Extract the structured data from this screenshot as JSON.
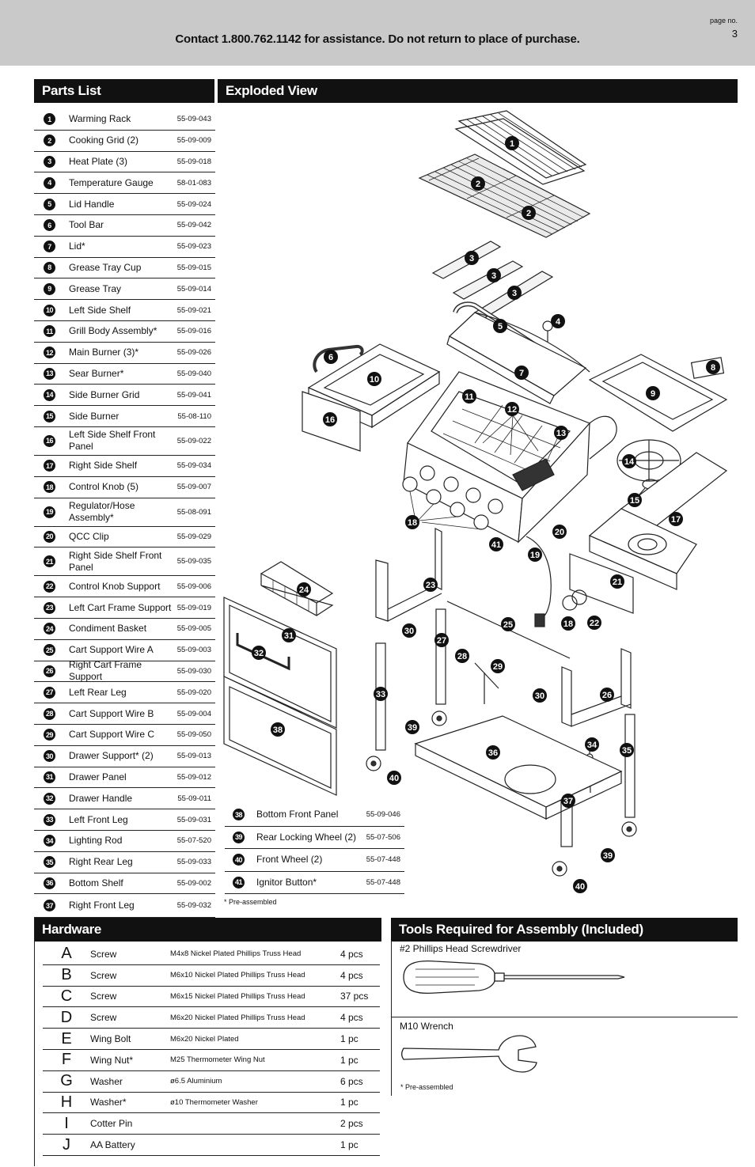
{
  "header": {
    "contact": "Contact 1.800.762.1142 for assistance. Do not return to place of purchase.",
    "page_label": "page no.",
    "page_number": "3"
  },
  "parts_list": {
    "title": "Parts List",
    "items": [
      {
        "num": "1",
        "name": "Warming Rack",
        "code": "55-09-043"
      },
      {
        "num": "2",
        "name": "Cooking Grid (2)",
        "code": "55-09-009"
      },
      {
        "num": "3",
        "name": "Heat Plate (3)",
        "code": "55-09-018"
      },
      {
        "num": "4",
        "name": "Temperature Gauge",
        "code": "58-01-083"
      },
      {
        "num": "5",
        "name": "Lid Handle",
        "code": "55-09-024"
      },
      {
        "num": "6",
        "name": "Tool Bar",
        "code": "55-09-042"
      },
      {
        "num": "7",
        "name": "Lid*",
        "code": "55-09-023"
      },
      {
        "num": "8",
        "name": "Grease Tray Cup",
        "code": "55-09-015"
      },
      {
        "num": "9",
        "name": "Grease Tray",
        "code": "55-09-014"
      },
      {
        "num": "10",
        "name": "Left Side Shelf",
        "code": "55-09-021"
      },
      {
        "num": "11",
        "name": "Grill Body Assembly*",
        "code": "55-09-016"
      },
      {
        "num": "12",
        "name": "Main Burner (3)*",
        "code": "55-09-026"
      },
      {
        "num": "13",
        "name": "Sear Burner*",
        "code": "55-09-040"
      },
      {
        "num": "14",
        "name": "Side Burner Grid",
        "code": "55-09-041"
      },
      {
        "num": "15",
        "name": "Side Burner",
        "code": "55-08-110"
      },
      {
        "num": "16",
        "name": "Left Side Shelf Front Panel",
        "code": "55-09-022"
      },
      {
        "num": "17",
        "name": "Right Side Shelf",
        "code": "55-09-034"
      },
      {
        "num": "18",
        "name": "Control Knob (5)",
        "code": "55-09-007"
      },
      {
        "num": "19",
        "name": "Regulator/Hose Assembly*",
        "code": "55-08-091"
      },
      {
        "num": "20",
        "name": "QCC Clip",
        "code": "55-09-029"
      },
      {
        "num": "21",
        "name": "Right Side Shelf Front Panel",
        "code": "55-09-035"
      },
      {
        "num": "22",
        "name": "Control Knob Support",
        "code": "55-09-006"
      },
      {
        "num": "23",
        "name": "Left Cart Frame Support",
        "code": "55-09-019"
      },
      {
        "num": "24",
        "name": "Condiment Basket",
        "code": "55-09-005"
      },
      {
        "num": "25",
        "name": "Cart Support Wire A",
        "code": "55-09-003"
      },
      {
        "num": "26",
        "name": "Right Cart Frame Support",
        "code": "55-09-030"
      },
      {
        "num": "27",
        "name": "Left Rear Leg",
        "code": "55-09-020"
      },
      {
        "num": "28",
        "name": "Cart Support Wire B",
        "code": "55-09-004"
      },
      {
        "num": "29",
        "name": "Cart Support Wire C",
        "code": "55-09-050"
      },
      {
        "num": "30",
        "name": "Drawer Support* (2)",
        "code": "55-09-013"
      },
      {
        "num": "31",
        "name": "Drawer Panel",
        "code": "55-09-012"
      },
      {
        "num": "32",
        "name": "Drawer Handle",
        "code": "55-09-011"
      },
      {
        "num": "33",
        "name": "Left Front Leg",
        "code": "55-09-031"
      },
      {
        "num": "34",
        "name": "Lighting Rod",
        "code": "55-07-520"
      },
      {
        "num": "35",
        "name": "Right Rear Leg",
        "code": "55-09-033"
      },
      {
        "num": "36",
        "name": "Bottom Shelf",
        "code": "55-09-002"
      },
      {
        "num": "37",
        "name": "Right Front Leg",
        "code": "55-09-032"
      }
    ],
    "items_continued": [
      {
        "num": "38",
        "name": "Bottom Front Panel",
        "code": "55-09-046"
      },
      {
        "num": "39",
        "name": "Rear Locking Wheel (2)",
        "code": "55-07-506"
      },
      {
        "num": "40",
        "name": "Front Wheel (2)",
        "code": "55-07-448"
      },
      {
        "num": "41",
        "name": "Ignitor Button*",
        "code": "55-07-448"
      }
    ],
    "note": "* Pre-assembled"
  },
  "exploded_view": {
    "title": "Exploded View",
    "callouts": [
      "1",
      "2",
      "2",
      "3",
      "3",
      "3",
      "4",
      "5",
      "6",
      "7",
      "8",
      "9",
      "10",
      "11",
      "12",
      "13",
      "14",
      "15",
      "16",
      "17",
      "18",
      "18",
      "19",
      "20",
      "21",
      "22",
      "23",
      "24",
      "25",
      "26",
      "27",
      "28",
      "29",
      "30",
      "30",
      "31",
      "32",
      "33",
      "34",
      "35",
      "36",
      "37",
      "38",
      "39",
      "39",
      "40",
      "40",
      "41"
    ]
  },
  "hardware": {
    "title": "Hardware",
    "items": [
      {
        "letter": "A",
        "name": "Screw",
        "desc": "M4x8 Nickel Plated Phillips Truss Head",
        "qty": "4 pcs"
      },
      {
        "letter": "B",
        "name": "Screw",
        "desc": "M6x10 Nickel Plated Phillips Truss Head",
        "qty": "4 pcs"
      },
      {
        "letter": "C",
        "name": "Screw",
        "desc": "M6x15 Nickel Plated Phillips Truss Head",
        "qty": "37 pcs"
      },
      {
        "letter": "D",
        "name": "Screw",
        "desc": "M6x20 Nickel Plated Phillips Truss Head",
        "qty": "4 pcs"
      },
      {
        "letter": "E",
        "name": "Wing Bolt",
        "desc": "M6x20 Nickel Plated",
        "qty": "1 pc"
      },
      {
        "letter": "F",
        "name": "Wing Nut*",
        "desc": "M25 Thermometer Wing Nut",
        "qty": "1 pc"
      },
      {
        "letter": "G",
        "name": "Washer",
        "desc": "ø6.5 Aluminium",
        "qty": "6 pcs"
      },
      {
        "letter": "H",
        "name": "Washer*",
        "desc": "ø10 Thermometer Washer",
        "qty": "1 pc"
      },
      {
        "letter": "I",
        "name": "Cotter Pin",
        "desc": "",
        "qty": "2 pcs"
      },
      {
        "letter": "J",
        "name": "AA Battery",
        "desc": "",
        "qty": "1 pc"
      }
    ]
  },
  "tools": {
    "title": "Tools Required for Assembly (Included)",
    "items": [
      {
        "name": "#2 Phillips Head Screwdriver",
        "icon": "screwdriver-icon"
      },
      {
        "name": "M10 Wrench",
        "icon": "wrench-icon"
      }
    ],
    "note": "* Pre-assembled"
  }
}
